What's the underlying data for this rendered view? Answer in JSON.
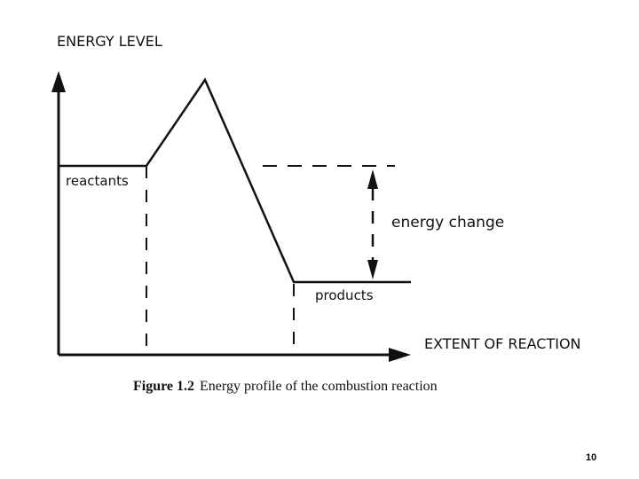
{
  "diagram": {
    "y_axis_label": "ENERGY LEVEL",
    "x_axis_label": "EXTENT OF REACTION",
    "reactants_label": "reactants",
    "products_label": "products",
    "energy_change_label": "energy change"
  },
  "caption": {
    "figure_number": "Figure 1.2",
    "text": "Energy profile of the combustion reaction"
  },
  "page_number": "10",
  "colors": {
    "line": "#111111",
    "background": "#ffffff"
  }
}
